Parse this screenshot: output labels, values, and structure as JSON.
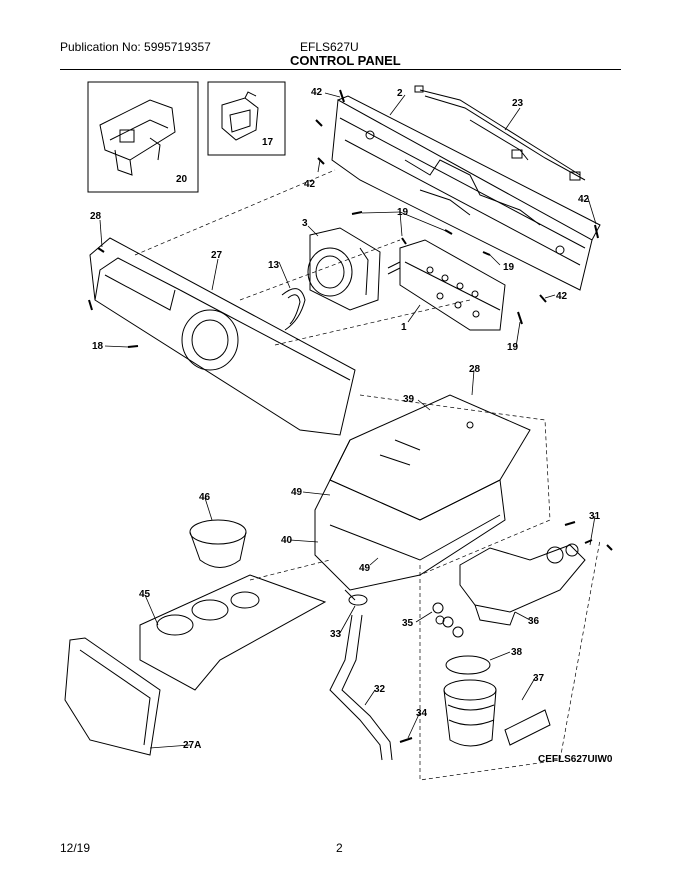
{
  "header": {
    "publication": "Publication No: 5995719357",
    "model": "EFLS627U",
    "title": "CONTROL PANEL"
  },
  "footer": {
    "date": "12/19",
    "page": "2"
  },
  "diagram_code": "CEFLS627UIW0",
  "callouts": {
    "c2": "2",
    "c23": "23",
    "c42a": "42",
    "c42b": "42",
    "c42c": "42",
    "c42d": "42",
    "c20": "20",
    "c17": "17",
    "c28a": "28",
    "c27": "27",
    "c13": "13",
    "c3": "3",
    "c19a": "19",
    "c19b": "19",
    "c19c": "19",
    "c1": "1",
    "c18": "18",
    "c28b": "28",
    "c39": "39",
    "c49a": "49",
    "c49b": "49",
    "c40": "40",
    "c46": "46",
    "c45": "45",
    "c27A": "27A",
    "c31": "31",
    "c36": "36",
    "c35": "35",
    "c33": "33",
    "c38": "38",
    "c37": "37",
    "c32": "32",
    "c34": "34"
  }
}
